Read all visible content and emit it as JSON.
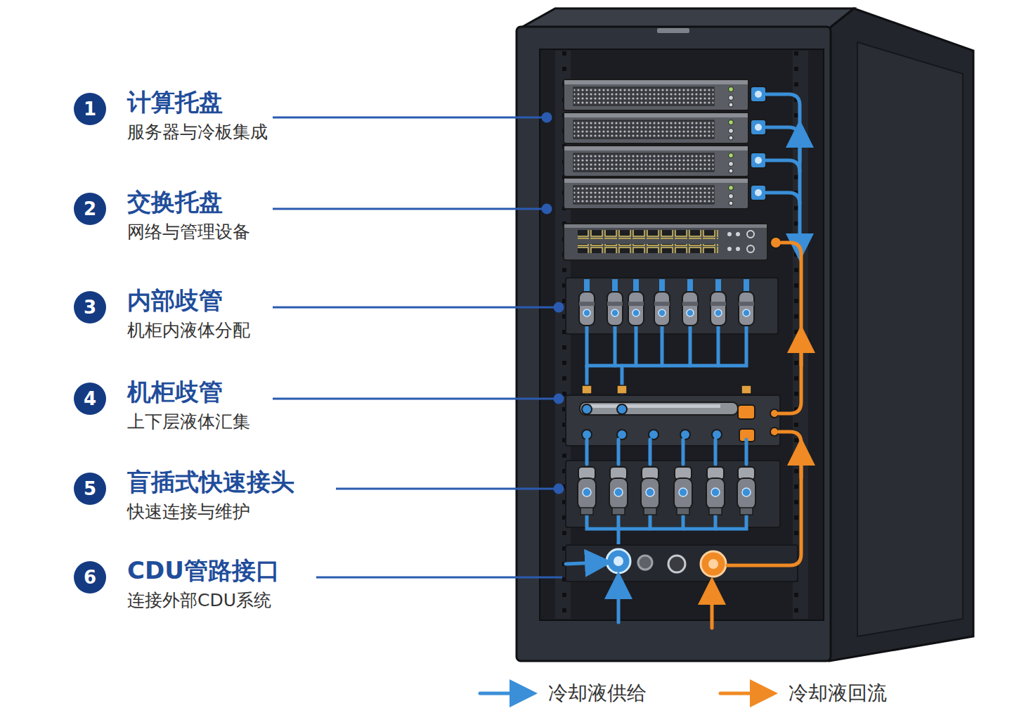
{
  "diagram": {
    "nodes": [
      {
        "text": [
          "1",
          "计算托盘",
          "服务器与冷板集成"
        ]
      },
      {
        "text": [
          "2",
          "交换托盘",
          "网络与管理设备"
        ]
      },
      {
        "text": [
          "3",
          "内部歧管",
          "机柜内液体分配"
        ]
      },
      {
        "text": [
          "4",
          "机柜歧管",
          "上下层液体汇集"
        ]
      },
      {
        "text": [
          "5",
          "盲插式快速接头",
          "快速连接与维护"
        ]
      },
      {
        "text": [
          "6",
          "CDU管路接口",
          "连接外部CDU系统"
        ]
      }
    ],
    "legend": [
      {
        "text": "冷却液供给"
      },
      {
        "text": "冷却液回流"
      }
    ]
  }
}
